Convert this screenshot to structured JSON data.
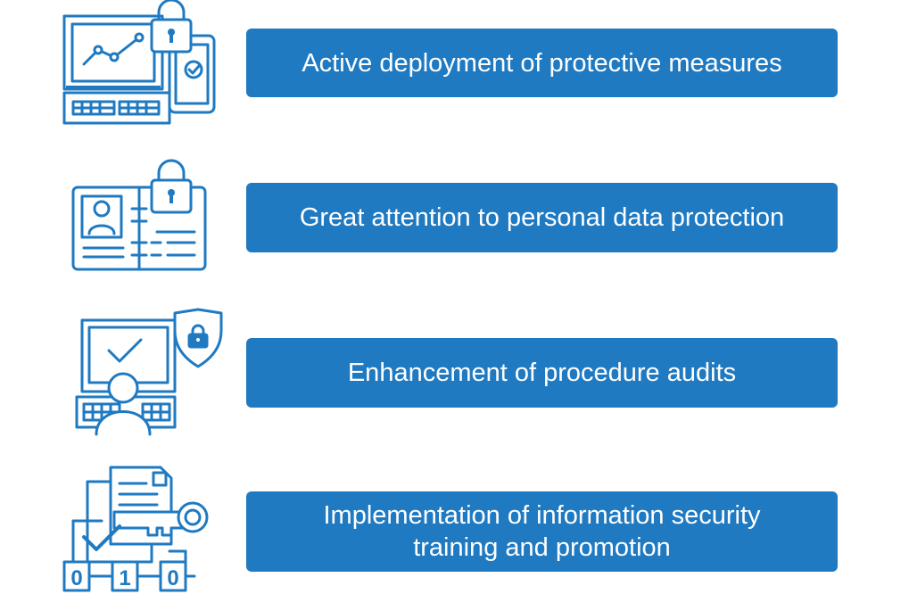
{
  "colors": {
    "accent": "#1f7ac2",
    "icon_stroke": "#1f7ac2",
    "label_text": "#ffffff",
    "background": "#ffffff"
  },
  "items": [
    {
      "icon": "computer-phone-lock-icon",
      "label": "Active deployment of protective measures"
    },
    {
      "icon": "id-card-lock-icon",
      "label": "Great attention to personal data protection"
    },
    {
      "icon": "user-computer-shield-icon",
      "label": "Enhancement of procedure audits"
    },
    {
      "icon": "document-key-binary-icon",
      "label": "Implementation of information security\ntraining and promotion",
      "binary_digits": [
        "0",
        "1",
        "0"
      ]
    }
  ]
}
